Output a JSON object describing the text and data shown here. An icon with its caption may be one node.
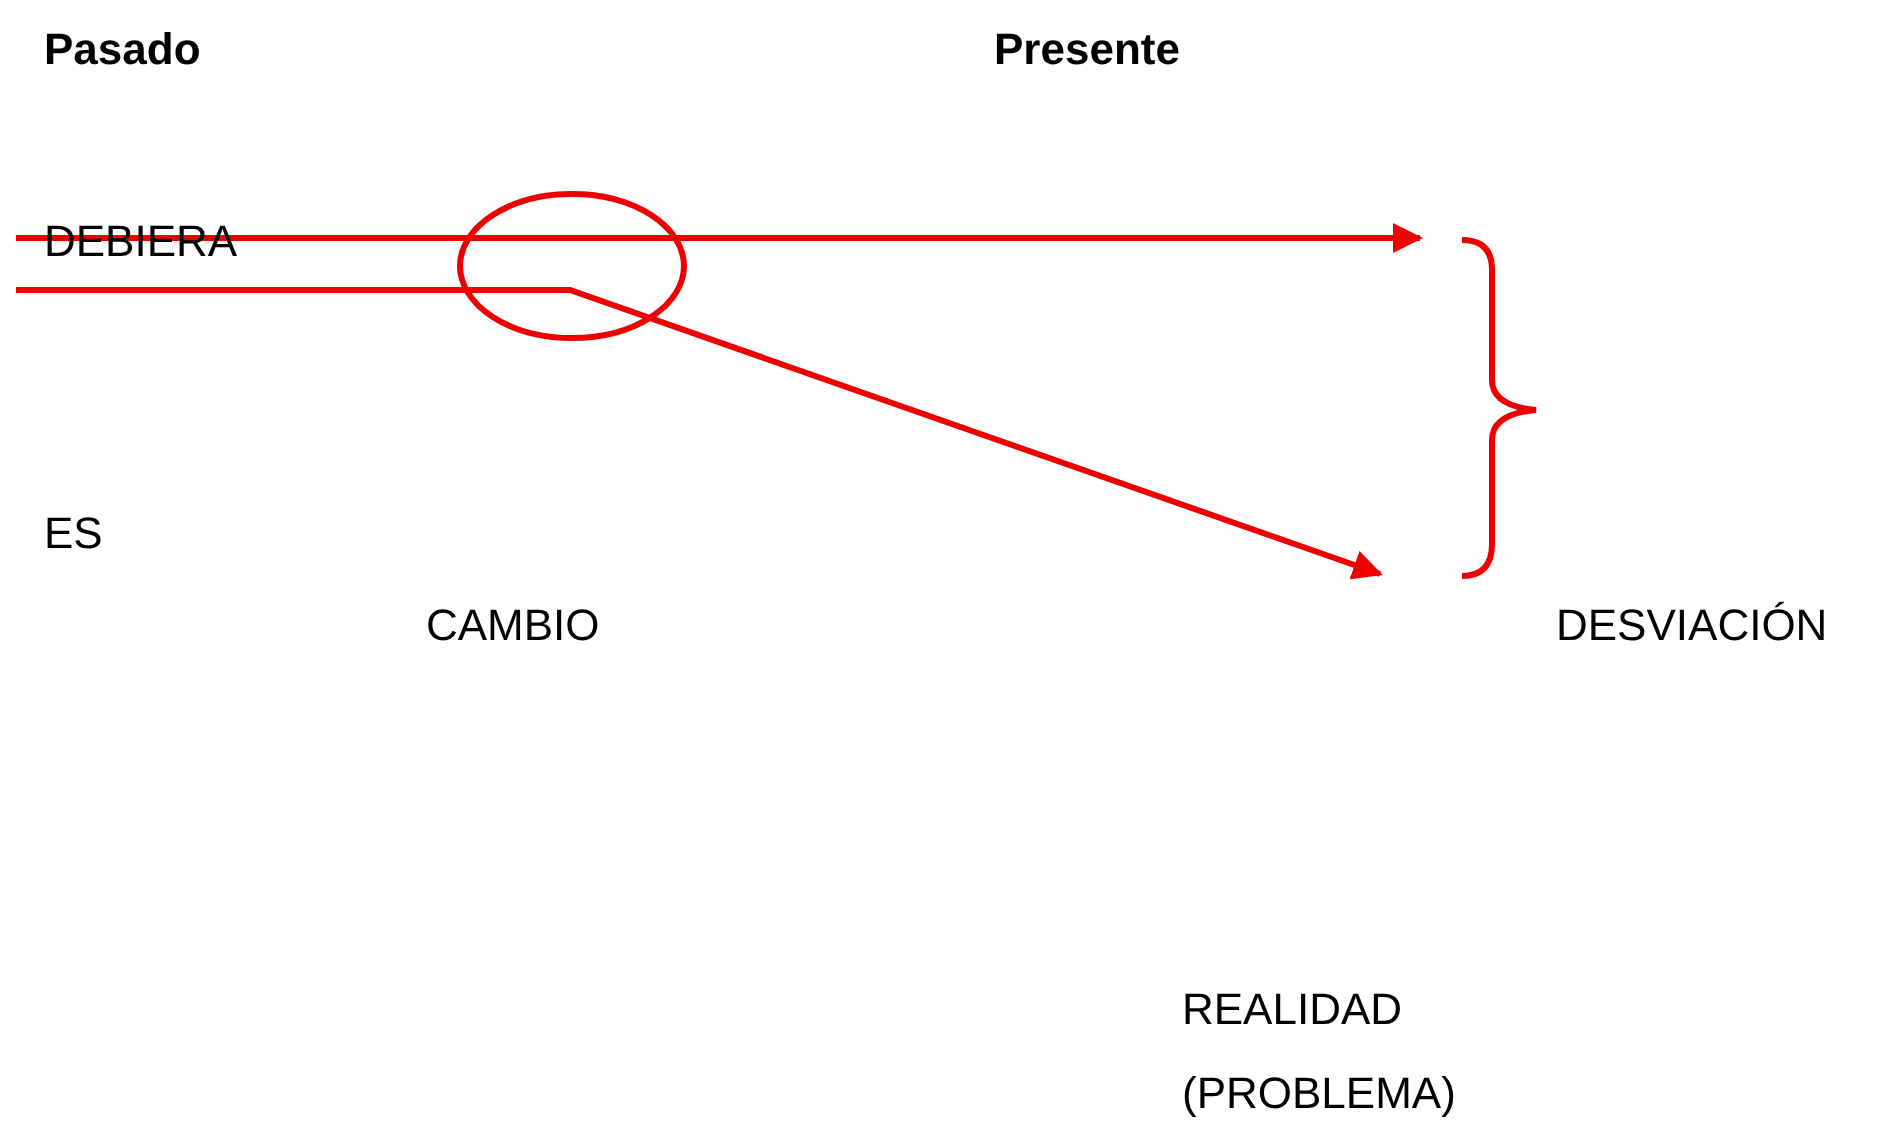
{
  "diagram": {
    "nodes": [
      {
        "text": [],
        "shape": "circle"
      }
    ],
    "labels": [
      "Pasado",
      "Presente",
      "DEBIERA",
      "ES",
      "CAMBIO",
      "DESVIACIÓN",
      "REALIDAD (PROBLEMA)"
    ]
  }
}
